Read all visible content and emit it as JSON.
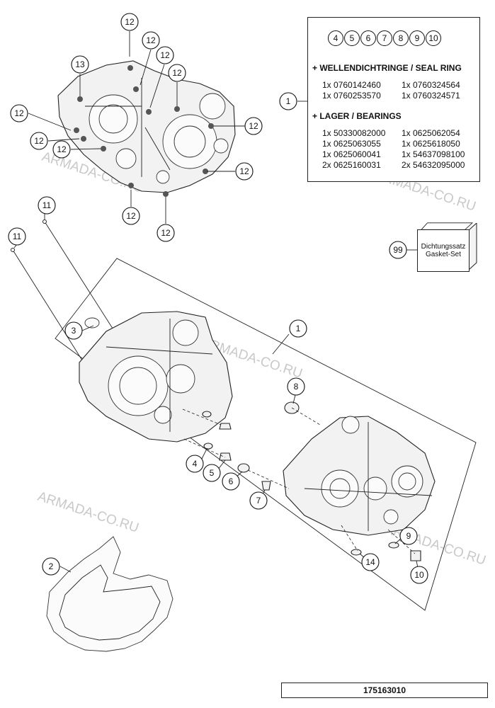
{
  "watermark": "ARMADA-CO.RU",
  "info_box": {
    "kit_numbers": [
      "4",
      "5",
      "6",
      "7",
      "8",
      "9",
      "10"
    ],
    "seal_heading": "+ WELLENDICHTRINGE / SEAL RING",
    "seal_items": [
      "1x 0760142460",
      "1x 0760324564",
      "1x 0760253570",
      "1x 0760324571"
    ],
    "bearing_heading": "+ LAGER / BEARINGS",
    "bearing_items": [
      "1x 50330082000",
      "1x 0625062054",
      "1x 0625063055",
      "1x 0625618050",
      "1x 0625060041",
      "1x 54637098100",
      "2x 0625160031",
      "2x 54632095000"
    ]
  },
  "gasket_set": {
    "line1": "Dichtungssatz",
    "line2": "Gasket-Set"
  },
  "callouts": {
    "c12": "12",
    "c13": "13",
    "c1": "1",
    "c99": "99",
    "c11": "11",
    "c3": "3",
    "c8": "8",
    "c4": "4",
    "c5": "5",
    "c6": "6",
    "c7": "7",
    "c9": "9",
    "c10": "10",
    "c14": "14",
    "c2": "2"
  },
  "drawing_number": "175163010"
}
